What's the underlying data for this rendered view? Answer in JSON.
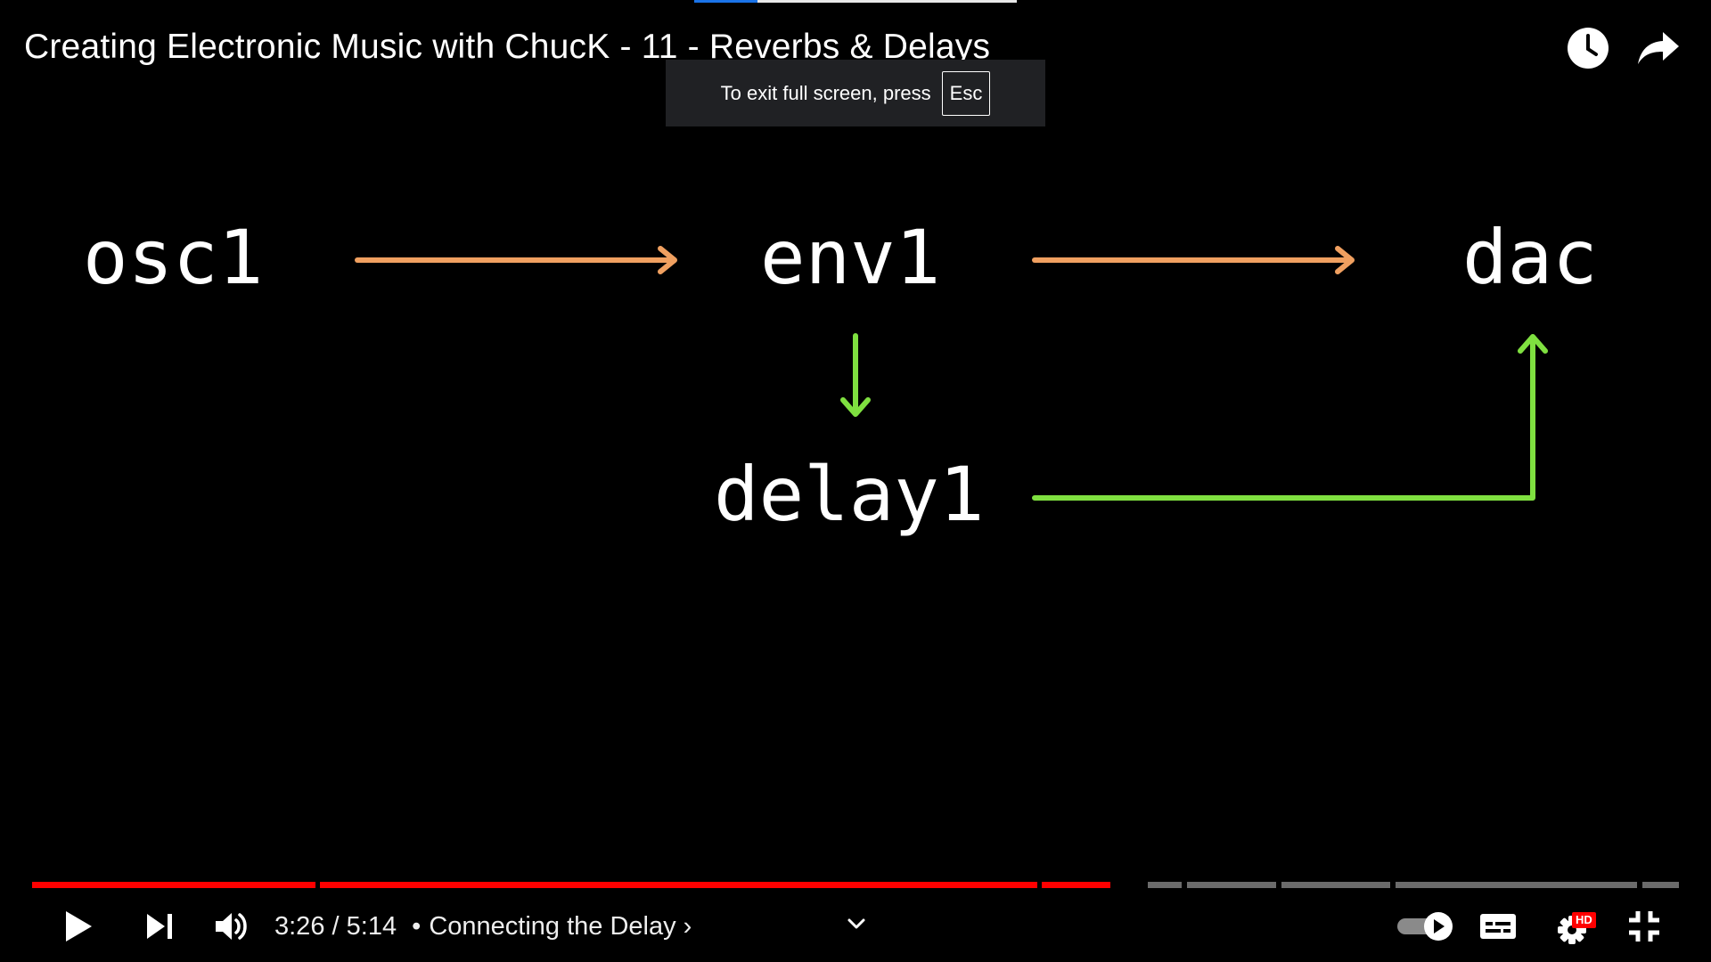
{
  "video": {
    "title": "Creating Electronic Music with ChucK - 11 - Reverbs & Delays"
  },
  "fullscreen_notice": {
    "text": "To exit full screen, press",
    "key": "Esc"
  },
  "diagram": {
    "nodes": {
      "osc1": "osc1",
      "env1": "env1",
      "dac": "dac",
      "delay1": "delay1"
    },
    "colors": {
      "direct_path": "#f0a060",
      "delay_path": "#7fe040"
    }
  },
  "player": {
    "current_time": "3:26",
    "separator": "/",
    "duration": "5:14",
    "bullet": "•",
    "chapter": "Connecting the Delay",
    "chapter_arrow": "›",
    "progress_fraction": 0.656,
    "quality_badge": "HD",
    "autoplay_on": true,
    "icons": {
      "watch_later": "clock-icon",
      "share": "share-icon",
      "play": "play-icon",
      "next": "next-icon",
      "volume": "volume-icon",
      "chapters": "chevron-down-icon",
      "autoplay": "autoplay-toggle",
      "captions": "captions-icon",
      "settings": "gear-icon",
      "exit_fullscreen": "exit-fullscreen-icon"
    },
    "colors": {
      "progress_played": "#ff0000",
      "progress_unplayed": "#6b6b6b",
      "hd_badge": "#ff0000"
    }
  }
}
